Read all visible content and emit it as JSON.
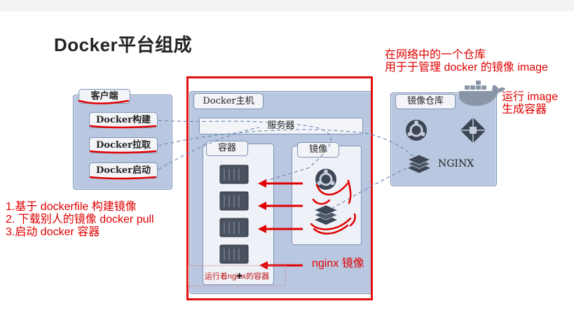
{
  "title": "Docker平台组成",
  "client": {
    "label": "客户端",
    "commands": [
      "Docker构建",
      "Docker拉取",
      "Docker启动"
    ]
  },
  "host": {
    "label": "Docker主机",
    "server_label": "服务器",
    "container_label": "容器",
    "image_label": "镜像",
    "running_note": "运行着nginx的容器"
  },
  "registry": {
    "label": "镜像仓库",
    "nginx_label": "NGINX"
  },
  "annotations": {
    "registry_note": [
      "在网络中的一个仓库",
      "用于于管理 docker 的镜像 image"
    ],
    "run_image_note": [
      "运行 image",
      "生成容器"
    ],
    "steps": [
      "1.基于 dockerfile 构建镜像",
      "2. 下载别人的镜像 docker pull",
      "3.启动 docker 容器"
    ],
    "nginx_image_note": "nginx 镜像"
  },
  "colors": {
    "annotation_red": "#e00000",
    "panel_blue": "#b9c8e0",
    "panel_border": "#7e93b6"
  }
}
